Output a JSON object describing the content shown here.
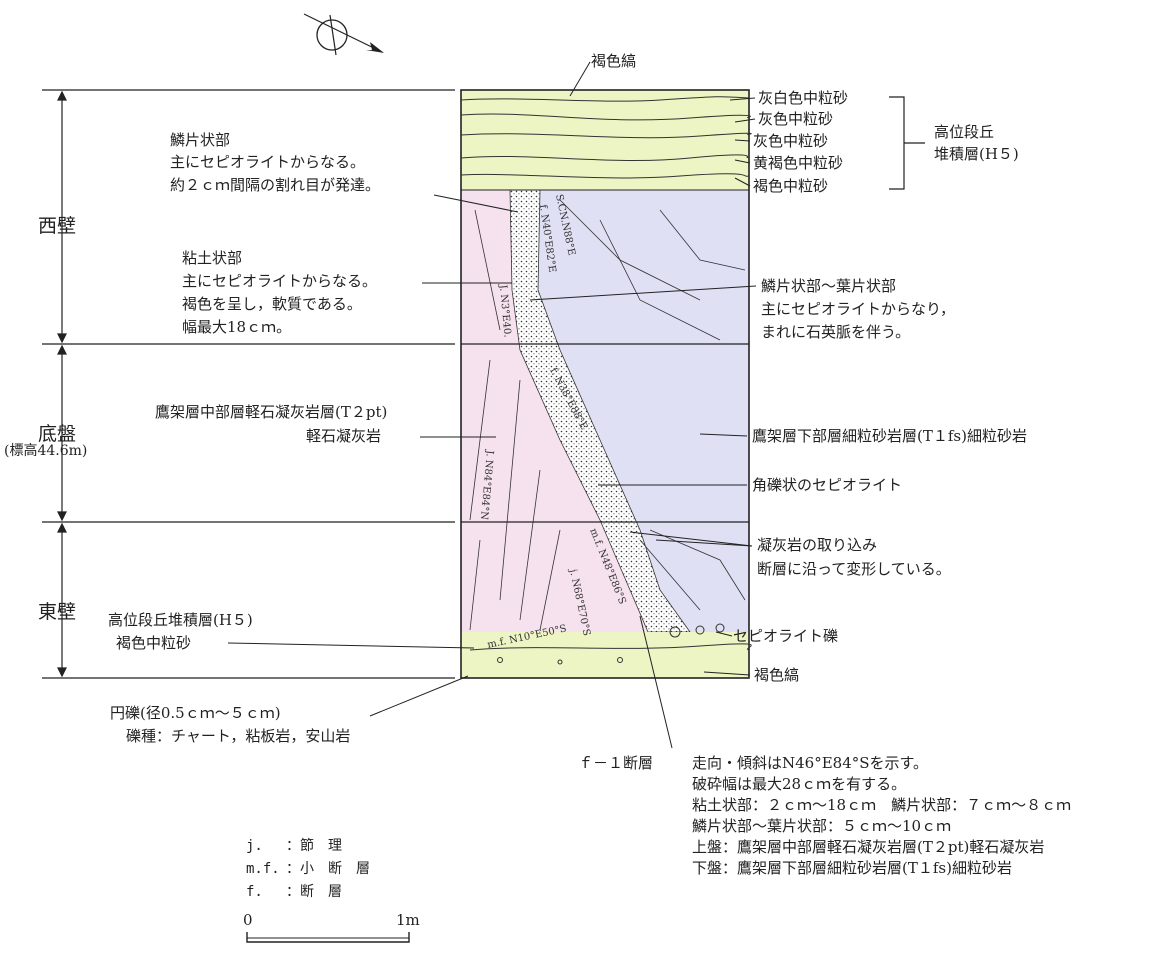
{
  "colors": {
    "terrace": "#eef5c4",
    "pumice_tuff": "#f6e2ee",
    "fine_sandstone": "#dfe0f3",
    "line": "#222222"
  },
  "walls": {
    "west": "西壁",
    "floor": "底盤",
    "floor_elev": "(標高44.6m)",
    "east": "東壁"
  },
  "top_band": "褐色縞",
  "bottom_band": "褐色縞",
  "layers": [
    "灰白色中粒砂",
    "灰色中粒砂",
    "灰色中粒砂",
    "黄褐色中粒砂",
    "褐色中粒砂"
  ],
  "terrace_group": [
    "高位段丘",
    "堆積層(H５)"
  ],
  "scaly_part": [
    "鱗片状部",
    "主にセピオライトからなる。",
    "約２ｃｍ間隔の割れ目が発達。"
  ],
  "clay_part": [
    "粘土状部",
    "主にセピオライトからなる。",
    "褐色を呈し，軟質である。",
    "幅最大18ｃｍ。"
  ],
  "scaly_foliated": [
    "鱗片状部～葉片状部",
    "主にセピオライトからなり，",
    "まれに石英脈を伴う。"
  ],
  "upper_unit": [
    "鷹架層中部層軽石凝灰岩層(T２pt)",
    "軽石凝灰岩"
  ],
  "lower_unit": "鷹架層下部層細粒砂岩層(T１fs)細粒砂岩",
  "breccia": "角礫状のセピオライト",
  "tuff_inclusion": [
    "凝灰岩の取り込み",
    "断層に沿って変形している。"
  ],
  "terrace_lower": [
    "高位段丘堆積層(H５)",
    "褐色中粒砂"
  ],
  "sepiolite_gravel": "セピオライト礫",
  "gravel": [
    "円礫(径0.5ｃｍ～５ｃｍ)",
    "礫種：チャート，粘板岩，安山岩"
  ],
  "fault_name": "ｆ－１断層",
  "fault_desc": [
    "走向・傾斜はN46°E84°Sを示す。",
    "破砕幅は最大28ｃｍを有する。",
    "粘土状部：２ｃｍ～18ｃｍ　鱗片状部：７ｃｍ～８ｃｍ",
    "鱗片状部～葉片状部：５ｃｍ～10ｃｍ",
    "上盤：鷹架層中部層軽石凝灰岩層(T２pt)軽石凝灰岩",
    "下盤：鷹架層下部層細粒砂岩層(T１fs)細粒砂岩"
  ],
  "legend": [
    {
      "key": "j.",
      "value": "：節　理"
    },
    {
      "key": "m.f.",
      "value": "：小　断　層"
    },
    {
      "key": "f.",
      "value": "：断　層"
    }
  ],
  "scale": {
    "zero": "0",
    "one": "1m"
  },
  "annotations": {
    "s_upper": "S.CN.N88°E",
    "f_upper": "f. N40°E82°E",
    "upper_small": "J. N3°E40.",
    "f_main": "f. N38°E88°E",
    "j_left": "J. N84°E84°N",
    "mf_lower": "m.f. N48°E86°S",
    "j_lower": "j. N68°E70°S",
    "bottom": "m.f. N10°E50°S"
  }
}
